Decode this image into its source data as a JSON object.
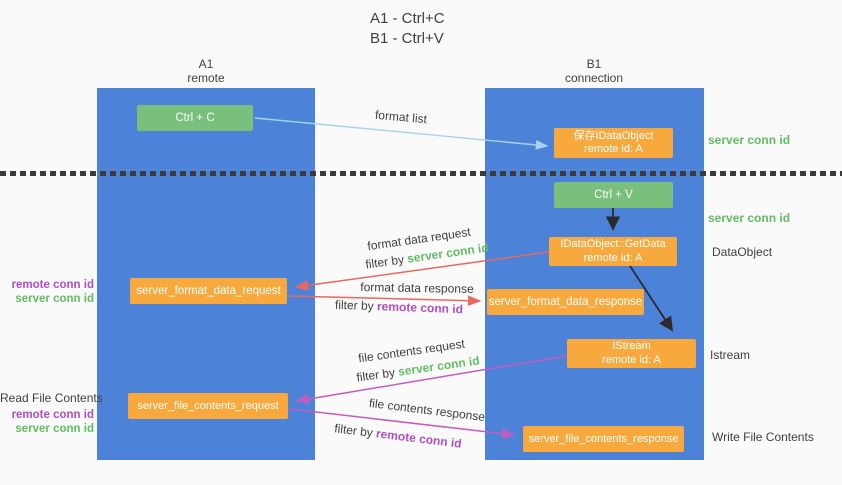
{
  "title": {
    "line1": "A1 - Ctrl+C",
    "line2": "B1 - Ctrl+V"
  },
  "lifelines": {
    "left": {
      "id": "A1",
      "role": "remote"
    },
    "right": {
      "id": "B1",
      "role": "connection"
    }
  },
  "nodes": {
    "ctrl_c": {
      "label": "Ctrl + C"
    },
    "save_dataobject": {
      "line1": "保存IDataObject",
      "line2": "remote id: A"
    },
    "ctrl_v": {
      "label": "Ctrl + V"
    },
    "getdata": {
      "line1": "IDataObject::GetData",
      "line2": "remote id: A"
    },
    "server_format_data_request": {
      "label": "server_format_data_request"
    },
    "server_format_data_response": {
      "label": "server_format_data_response"
    },
    "istream": {
      "line1": "IStream",
      "line2": "remote id: A"
    },
    "server_file_contents_request": {
      "label": "server_file_contents_request"
    },
    "server_file_contents_response": {
      "label": "server_file_contents_response"
    }
  },
  "flow_labels": {
    "format_list": "format list",
    "format_data_request": "format data request",
    "filter_req1_prefix": "filter by ",
    "filter_req1_key": "server conn id",
    "format_data_response": "format data response",
    "filter_resp1_prefix": "filter by ",
    "filter_resp1_key": "remote conn id",
    "file_contents_request": "file contents request",
    "filter_req2_prefix": "filter by ",
    "filter_req2_key": "server conn id",
    "file_contents_response": "file contents response",
    "filter_resp2_prefix": "filter by ",
    "filter_resp2_key": "remote conn id"
  },
  "left_annotations": {
    "conn_group_top": {
      "remote": "remote conn id",
      "server": "server conn id"
    },
    "read_file": "Read File Contents",
    "conn_group_bottom": {
      "remote": "remote conn id",
      "server": "server conn id"
    }
  },
  "right_annotations": {
    "server_conn_top": "server conn id",
    "server_conn_mid": "server conn id",
    "dataobject": "DataObject",
    "istream": "Istream",
    "write_file": "Write File Contents"
  },
  "colors": {
    "lifeline_blue": "#4c83d8",
    "node_green": "#78c07b",
    "node_orange": "#f8a93e",
    "arrow_lightblue": "#a5d2f0",
    "arrow_red": "#e9685f",
    "arrow_magenta": "#c45cc0",
    "arrow_black": "#2b2b2b",
    "label_green": "#62bc66",
    "label_purple": "#ad4fc0",
    "text_dark": "#3f3f3f",
    "separator": "#3b3b3b"
  }
}
